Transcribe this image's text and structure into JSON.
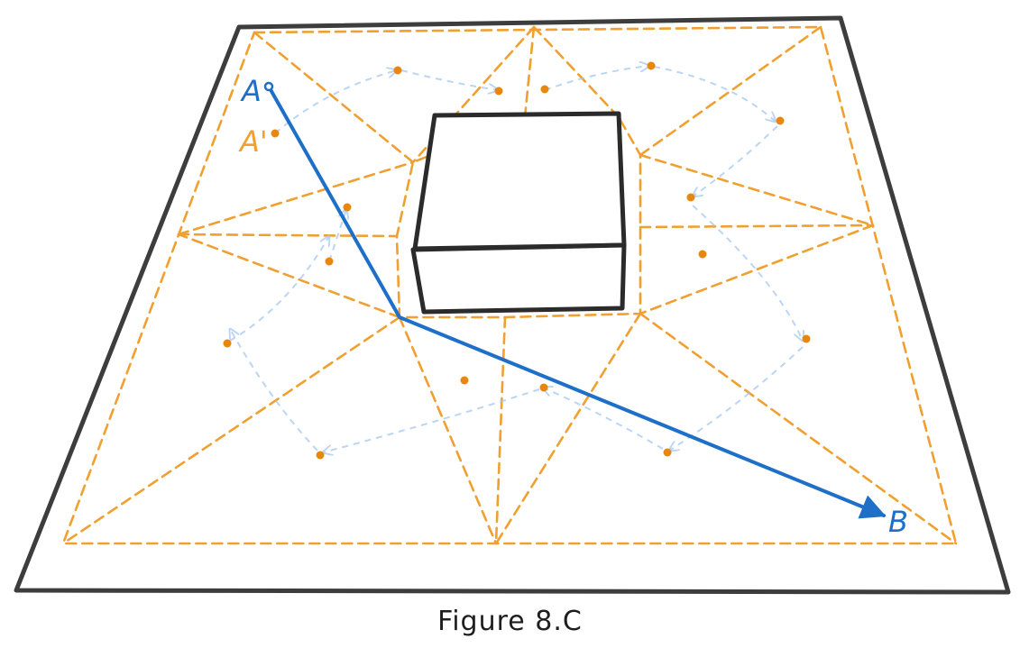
{
  "labels": {
    "start": "A",
    "start_projected": "A'",
    "goal": "B"
  },
  "caption": "Figure 8.C",
  "colors": {
    "floor": "#3d3d3d",
    "obstacle": "#2b2b2b",
    "navmesh": "#f0a030",
    "centroid": "#e8870e",
    "adjacency": "#a5c8f0",
    "path": "#1e6fc8"
  }
}
